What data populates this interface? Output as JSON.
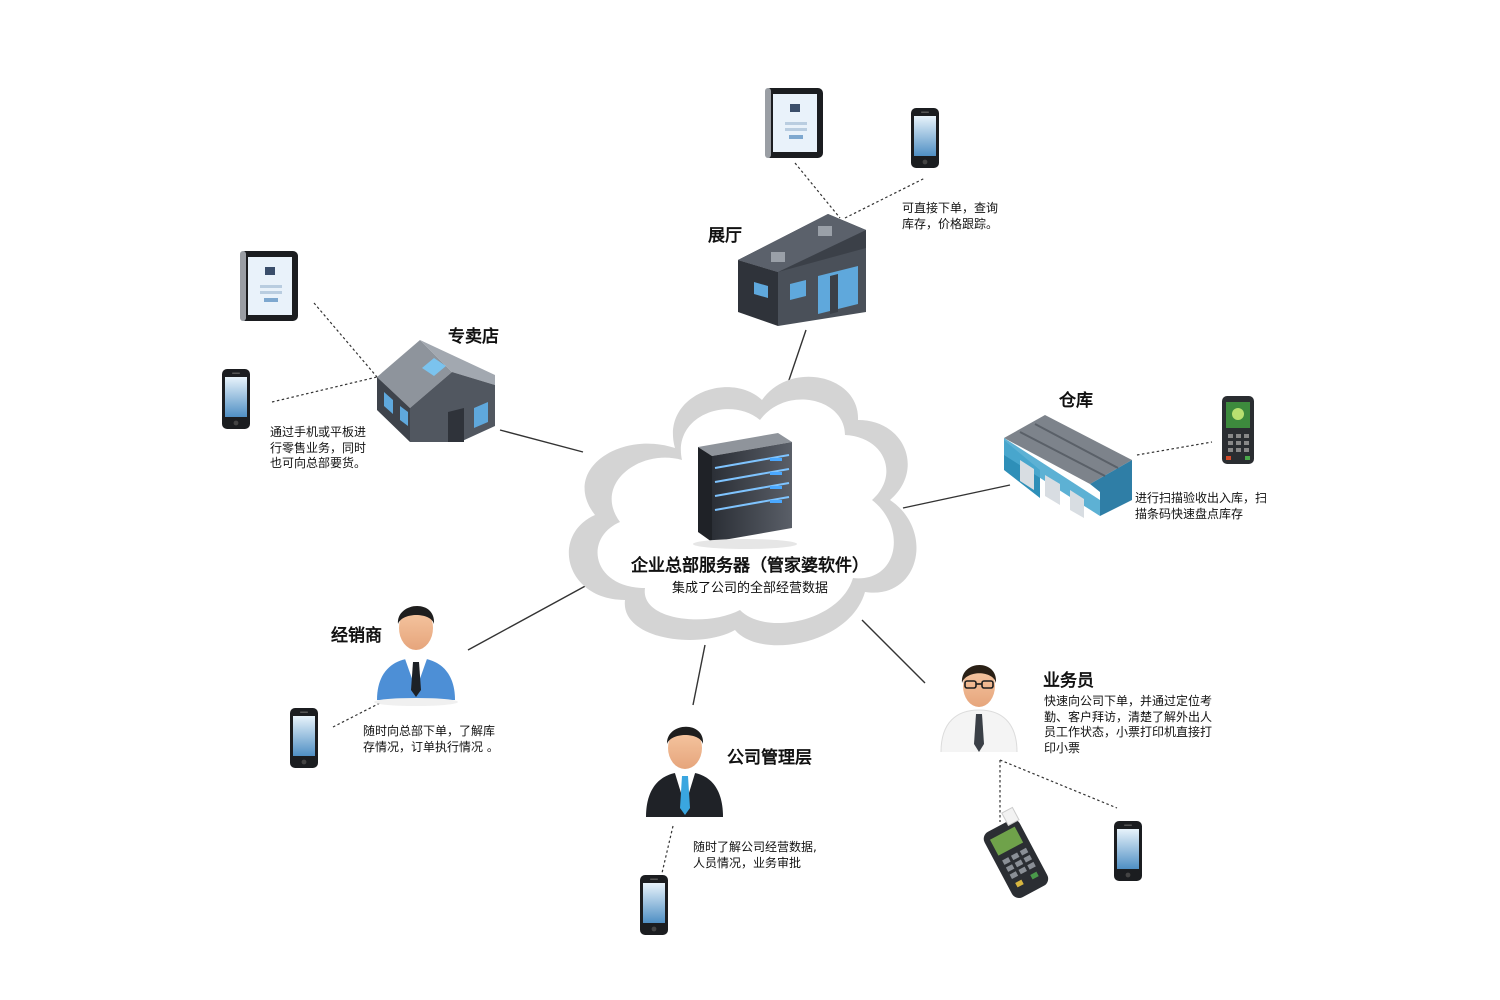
{
  "center": {
    "title": "企业总部服务器（管家婆软件）",
    "subtitle": "集成了公司的全部经营数据"
  },
  "nodes": {
    "showroom": {
      "label": "展厅",
      "desc": [
        "可直接下单，查询",
        "库存，价格跟踪。"
      ]
    },
    "store": {
      "label": "专卖店",
      "desc": [
        "通过手机或平板进",
        "行零售业务，同时",
        "也可向总部要货。"
      ]
    },
    "warehouse": {
      "label": "仓库",
      "desc": [
        "进行扫描验收出入库，扫",
        "描条码快速盘点库存"
      ]
    },
    "dealer": {
      "label": "经销商",
      "desc": [
        "随时向总部下单，了解库",
        "存情况，订单执行情况 。"
      ]
    },
    "management": {
      "label": "公司管理层",
      "desc": [
        "随时了解公司经营数据,",
        "人员情况，业务审批"
      ]
    },
    "salesman": {
      "label": "业务员",
      "desc": [
        "快速向公司下单，并通过定位考",
        "勤、客户拜访，清楚了解外出人",
        "员工作状态，小票打印机直接打",
        "印小票"
      ]
    }
  },
  "colors": {
    "cloud": "#ececec",
    "cloud_stroke": "#c8c8c8",
    "window_blue": "#5fa8dc",
    "wall_dark": "#3a3f46",
    "suit_blue": "#4d8fd6",
    "line": "#333333"
  },
  "icons": [
    "server-icon",
    "tablet-icon",
    "phone-icon",
    "building-icon",
    "shop-icon",
    "warehouse-icon",
    "scanner-icon",
    "person-icon",
    "pos-terminal-icon"
  ]
}
